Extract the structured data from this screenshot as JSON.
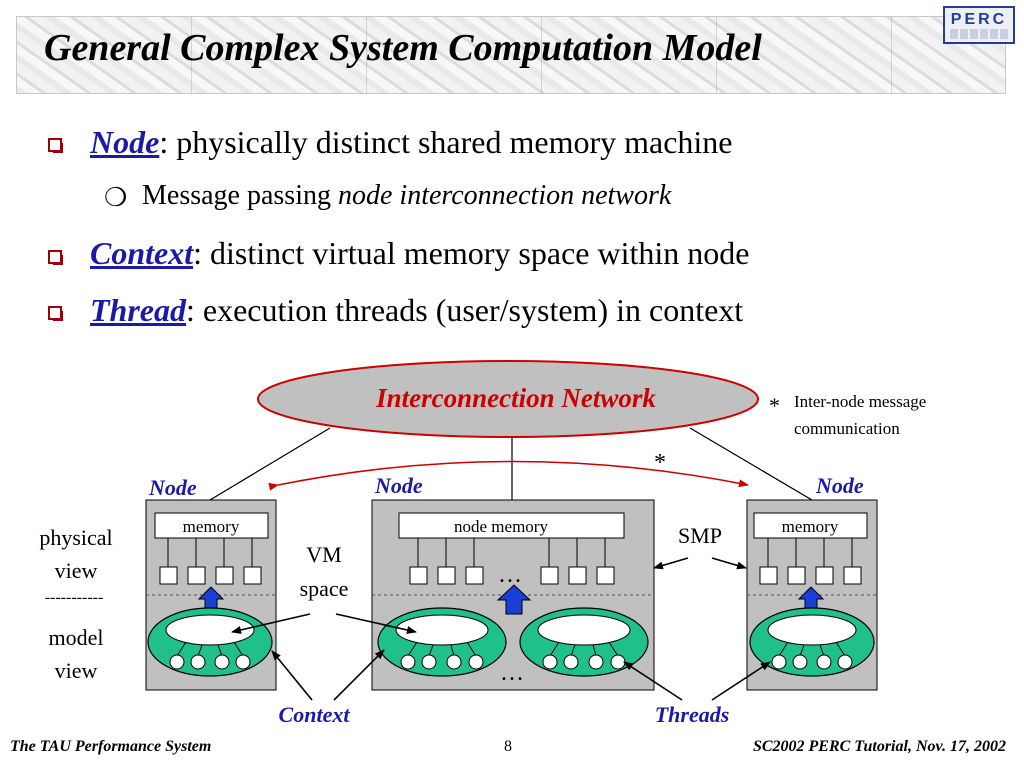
{
  "slide": {
    "title": "General Complex System Computation Model",
    "logo": "PERC",
    "bullets": [
      {
        "keyword": "Node",
        "text": ": physically distinct shared memory machine"
      },
      {
        "keyword": "Context",
        "text": ": distinct virtual memory space within node"
      },
      {
        "keyword": "Thread",
        "text": ": execution threads (user/system) in context"
      }
    ],
    "sub_bullet": {
      "text": "Message passing ",
      "italic": "node interconnection network"
    }
  },
  "diagram": {
    "network": "Interconnection Network",
    "star": "*",
    "note_star": "*",
    "note_line1": "Inter-node message",
    "note_line2": "communication",
    "node_labels": [
      "Node",
      "Node",
      "Node"
    ],
    "memory_left": "memory",
    "memory_center": "node memory",
    "memory_right": "memory",
    "ellipsis": "…",
    "smp": "SMP",
    "vm_line1": "VM",
    "vm_line2": "space",
    "physical_line1": "physical",
    "physical_line2": "view",
    "model_line1": "model",
    "model_line2": "view",
    "divider": "-----------",
    "context_label": "Context",
    "threads_label": "Threads",
    "colors": {
      "accent_red": "#cc0000",
      "label_blue": "#1a1aa6",
      "context_green": "#1fc08a",
      "node_gray": "#c0c0c0",
      "arrow_blue": "#1a3fd6"
    }
  },
  "footer": {
    "left": "The TAU Performance System",
    "page": "8",
    "right": "SC2002 PERC Tutorial, Nov. 17, 2002"
  }
}
